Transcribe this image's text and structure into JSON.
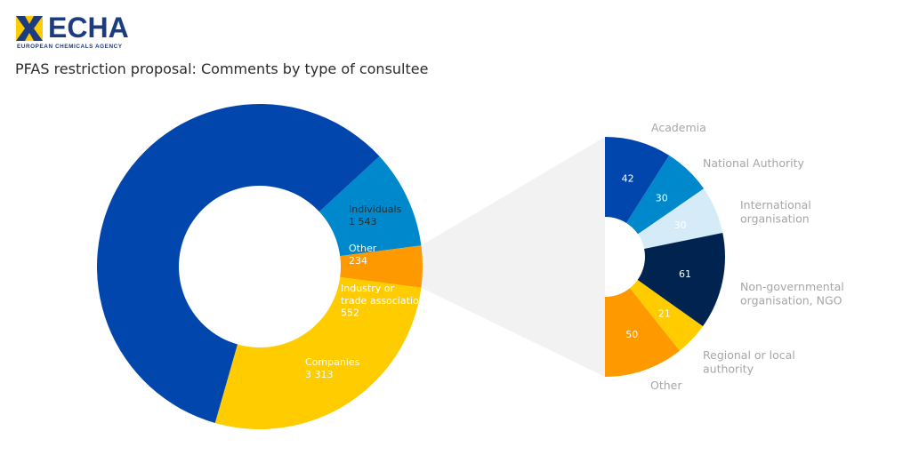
{
  "logo": {
    "wordmark": "ECHA",
    "subtitle": "EUROPEAN CHEMICALS AGENCY"
  },
  "title": "PFAS restriction proposal: Comments by type of consultee",
  "colors": {
    "blue_dark": "#0046ad",
    "blue_mid": "#0088cc",
    "yellow": "#ffcc00",
    "orange": "#ff9900",
    "light_blue": "#d5ecf8",
    "navy": "#00244f",
    "connector": "#f2f2f2",
    "outer_label": "#a6a6a6"
  },
  "chart_data": [
    {
      "type": "pie",
      "variant": "donut",
      "series": [
        {
          "name": "Companies",
          "label": "3 313",
          "value": 3313,
          "color": "#0046ad",
          "text_color": "#ffffff"
        },
        {
          "name": "Industry or trade association",
          "label": "552",
          "value": 552,
          "color": "#0088cc",
          "text_color": "#ffffff"
        },
        {
          "name": "Other",
          "label": "234",
          "value": 234,
          "color": "#ff9900",
          "text_color": "#ffffff"
        },
        {
          "name": "Individuals",
          "label": "1 543",
          "value": 1543,
          "color": "#ffcc00",
          "text_color": "#2b2b2b"
        }
      ]
    },
    {
      "type": "pie",
      "variant": "half-donut breakdown of Other",
      "series": [
        {
          "name": "Academia",
          "label": "42",
          "value": 42,
          "color": "#0046ad",
          "text_color": "#ffffff"
        },
        {
          "name": "National Authority",
          "label": "30",
          "value": 30,
          "color": "#0088cc",
          "text_color": "#ffffff"
        },
        {
          "name": "International organisation",
          "label": "30",
          "value": 30,
          "color": "#d5ecf8",
          "text_color": "#ffffff"
        },
        {
          "name": "Non-governmental organisation, NGO",
          "label": "61",
          "value": 61,
          "color": "#00244f",
          "text_color": "#ffffff"
        },
        {
          "name": "Regional or local authority",
          "label": "21",
          "value": 21,
          "color": "#ffcc00",
          "text_color": "#ffffff"
        },
        {
          "name": "Other",
          "label": "50",
          "value": 50,
          "color": "#ff9900",
          "text_color": "#ffffff"
        }
      ]
    }
  ]
}
